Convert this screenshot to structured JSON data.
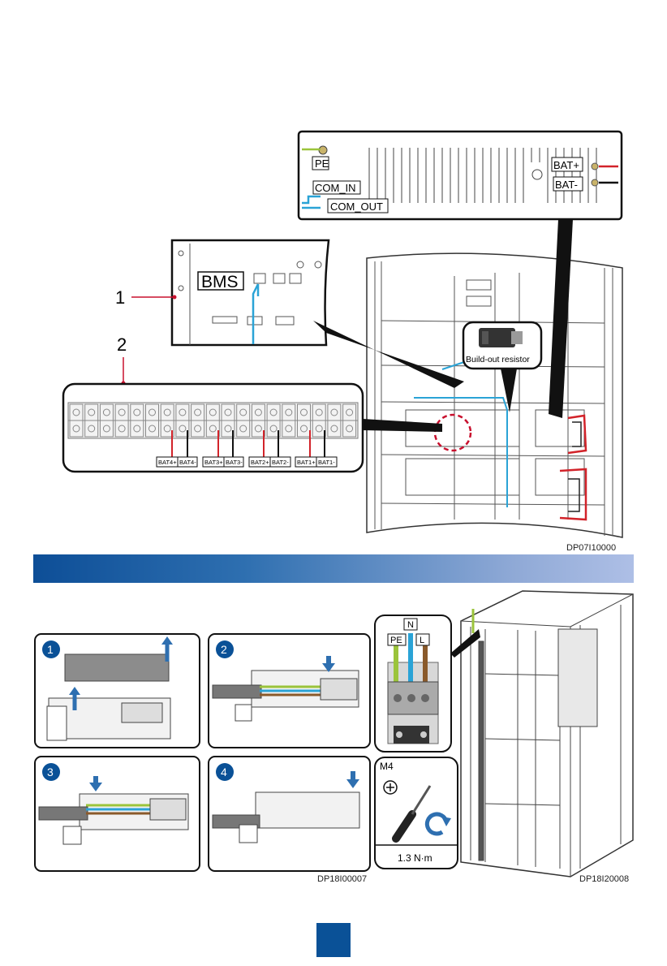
{
  "top_figure": {
    "controller_labels": {
      "pe": "PE",
      "bat_plus": "BAT+",
      "com_in": "COM_IN",
      "bat_minus": "BAT-",
      "com_out": "COM_OUT"
    },
    "bms_label": "BMS",
    "callout_1": "1",
    "callout_2": "2",
    "build_out_resistor": "Build-out resistor",
    "terminal_labels": [
      "BAT4+",
      "BAT4-",
      "BAT3+",
      "BAT3-",
      "BAT2+",
      "BAT2-",
      "BAT1+",
      "BAT1-"
    ],
    "drawing_code": "DP07I10000"
  },
  "bottom_figure": {
    "step_numbers": [
      "1",
      "2",
      "3",
      "4"
    ],
    "power_labels": {
      "n": "N",
      "pe": "PE",
      "l": "L"
    },
    "screw_size": "M4",
    "torque": "1.3 N·m",
    "drawing_code_left": "DP18I00007",
    "drawing_code_right": "DP18I20008"
  },
  "colors": {
    "brand_blue": "#0a5197",
    "cable_red": "#d2232a",
    "comm_blue": "#2aa3d6",
    "wire_green_yellow": "#9bc43b",
    "wire_brown": "#8a5a2b",
    "callout_red": "#c8102e"
  }
}
